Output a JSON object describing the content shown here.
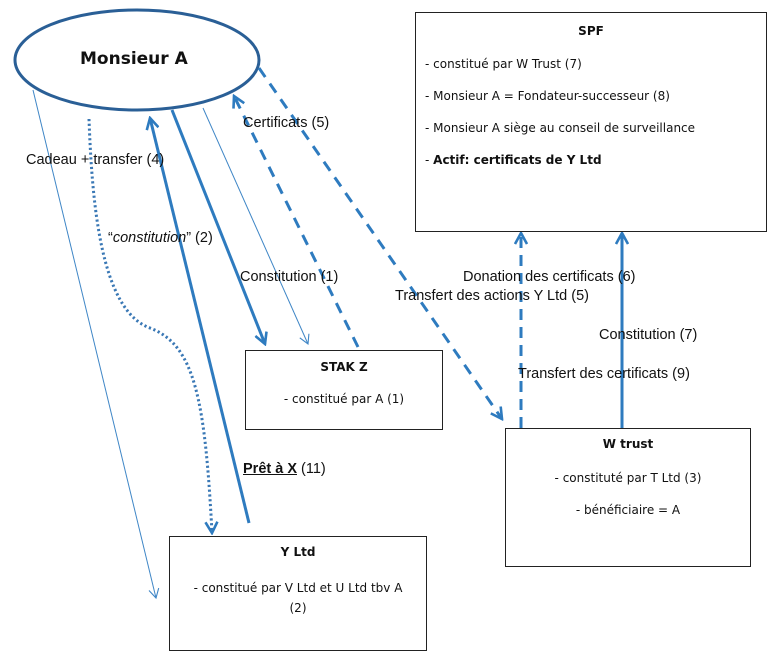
{
  "diagram": {
    "colors": {
      "arrow": "#2e7bbf",
      "arrow_dark": "#2a6aa8",
      "ellipse_stroke": "#2a5f96",
      "box_border": "#222222",
      "text": "#111111"
    },
    "nodes": {
      "monsieur_a": {
        "label": "Monsieur A"
      },
      "spf": {
        "title": "SPF",
        "lines": [
          "- constitué par W Trust (7)",
          "- Monsieur A = Fondateur-successeur (8)",
          "- Monsieur A siège au conseil de surveillance"
        ],
        "bold_line_prefix": "- ",
        "bold_line": "Actif:  certificats de Y Ltd"
      },
      "stak_z": {
        "title": "STAK Z",
        "lines": [
          "- constitué par A (1)"
        ]
      },
      "w_trust": {
        "title": "W trust",
        "lines": [
          "- constituté par T Ltd (3)",
          "- bénéficiaire = A"
        ]
      },
      "y_ltd": {
        "title": "Y Ltd",
        "lines": [
          "- constitué par V Ltd et U Ltd tbv A (2)"
        ]
      }
    },
    "edge_labels": {
      "cadeau": "Cadeau + transfer (4)",
      "certificats": "Certificats (5)",
      "constitution_quoted_open": "“",
      "constitution_quoted_word": "constitution",
      "constitution_quoted_close": "” (2)",
      "constitution_1": "Constitution (1)",
      "donation": "Donation des certificats  (6)",
      "transfert_actions": "Transfert des actions Y Ltd (5)",
      "constitution_7": "Constitution (7)",
      "transfert_certificats": "Transfert des certificats (9)",
      "pret_x_underlined": "Prêt à X",
      "pret_x_suffix": " (11)"
    },
    "edges": [
      {
        "from": "monsieur_a",
        "to": "y_ltd",
        "style": "thin",
        "label": "cadeau"
      },
      {
        "from": "monsieur_a",
        "to": "y_ltd",
        "style": "dotted",
        "label": "constitution_quoted"
      },
      {
        "from": "y_ltd",
        "to": "monsieur_a",
        "style": "solid",
        "label": "pret_x"
      },
      {
        "from": "monsieur_a",
        "to": "stak_z",
        "style": "solid",
        "label": "constitution_1"
      },
      {
        "from": "monsieur_a",
        "to": "stak_z",
        "style": "thin"
      },
      {
        "from": "stak_z",
        "to": "monsieur_a",
        "style": "dashed",
        "label": "certificats"
      },
      {
        "from": "monsieur_a",
        "to": "w_trust",
        "style": "dashed",
        "label": "transfert_actions"
      },
      {
        "from": "w_trust",
        "to": "spf",
        "style": "dashed",
        "label": "donation"
      },
      {
        "from": "w_trust",
        "to": "spf",
        "style": "solid",
        "label": "constitution_7 / transfert_certificats"
      }
    ]
  }
}
